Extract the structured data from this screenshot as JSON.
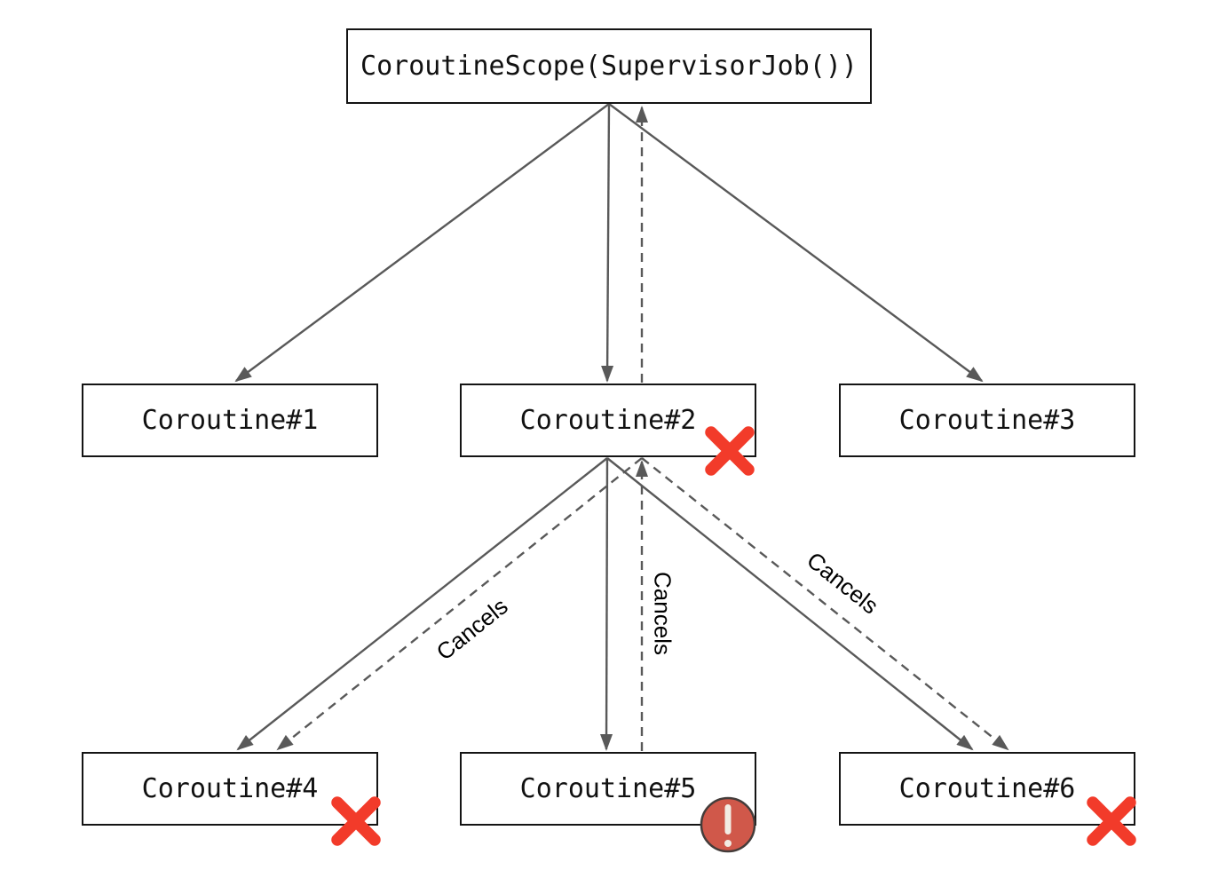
{
  "diagram": {
    "root": {
      "label": "CoroutineScope(SupervisorJob())"
    },
    "nodes": [
      {
        "label": "Coroutine#1",
        "status": "active"
      },
      {
        "label": "Coroutine#2",
        "status": "cancelled"
      },
      {
        "label": "Coroutine#3",
        "status": "active"
      },
      {
        "label": "Coroutine#4",
        "status": "cancelled"
      },
      {
        "label": "Coroutine#5",
        "status": "failed"
      },
      {
        "label": "Coroutine#6",
        "status": "cancelled"
      }
    ],
    "edge_labels": {
      "cancel": "Cancels"
    },
    "icons": {
      "cancelled": "red-x-icon",
      "failed": "red-exclamation-circle-icon"
    },
    "colors": {
      "arrow": "#595959",
      "node_border": "#141414",
      "node_background": "#ffffff",
      "cancel_x": "#f23b2a",
      "error_circle_fill": "#d0584a",
      "error_circle_border": "#443c3a",
      "error_glyph": "#f2ece4"
    }
  }
}
